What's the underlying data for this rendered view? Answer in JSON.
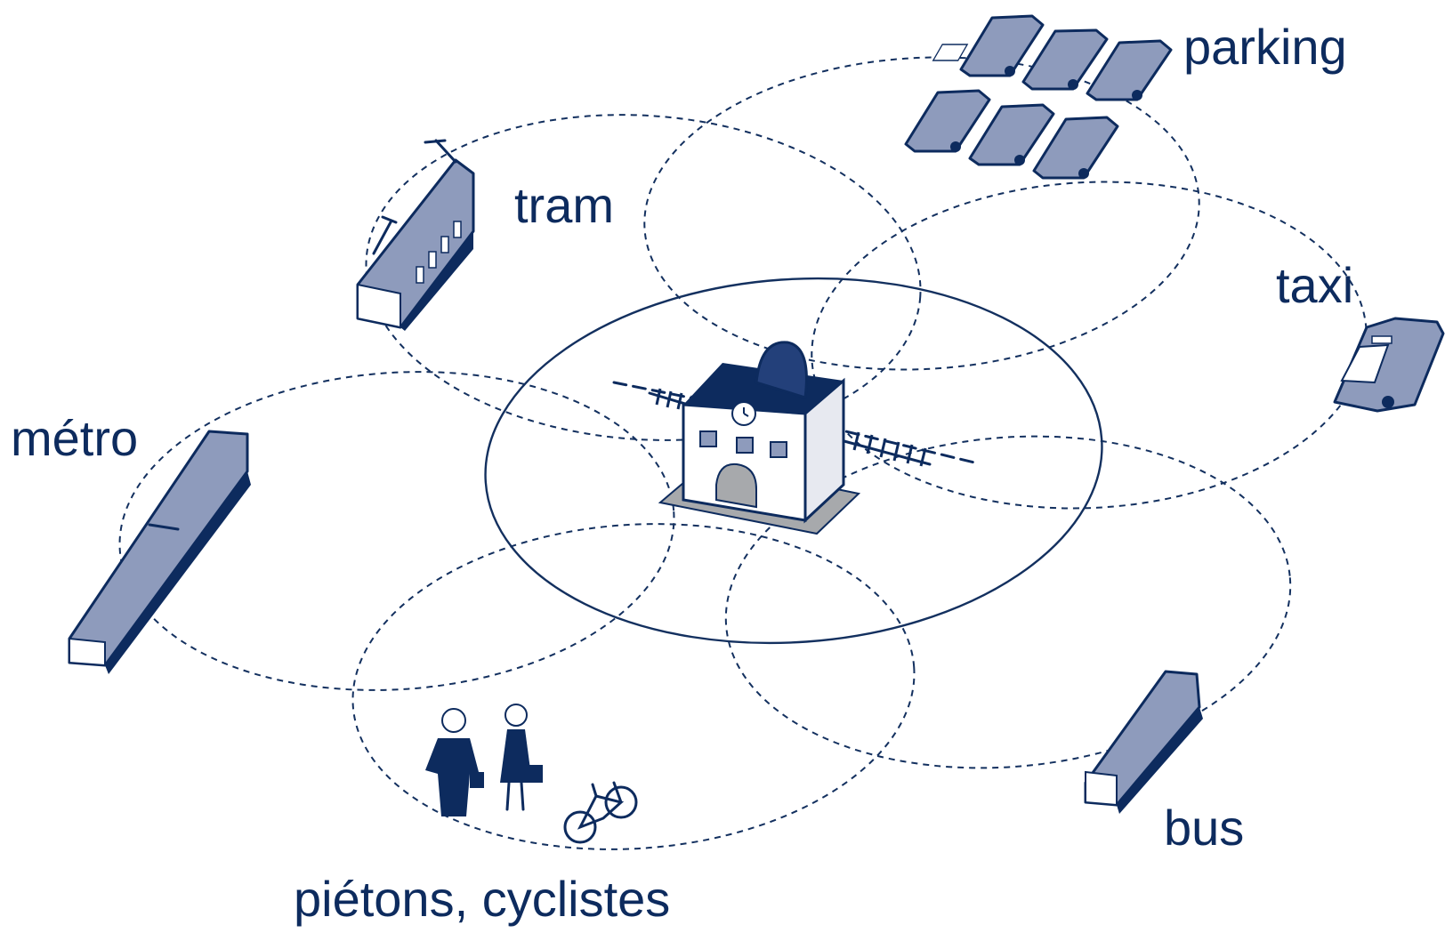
{
  "labels": {
    "tram": "tram",
    "parking": "parking",
    "taxi": "taxi",
    "metro": "métro",
    "bus": "bus",
    "pedestrians": "piétons, cyclistes"
  },
  "colors": {
    "navy": "#0d2b5e",
    "vehicle_fill": "#8e9bbc",
    "platform": "#a7a9ac"
  },
  "icons": {
    "center": "station-icon",
    "tram": "tram-icon",
    "parking": "car-icon",
    "taxi": "taxi-icon",
    "metro": "metro-train-icon",
    "bus": "bus-icon",
    "pedestrians": "person-icon",
    "cyclists": "bicycle-icon"
  }
}
